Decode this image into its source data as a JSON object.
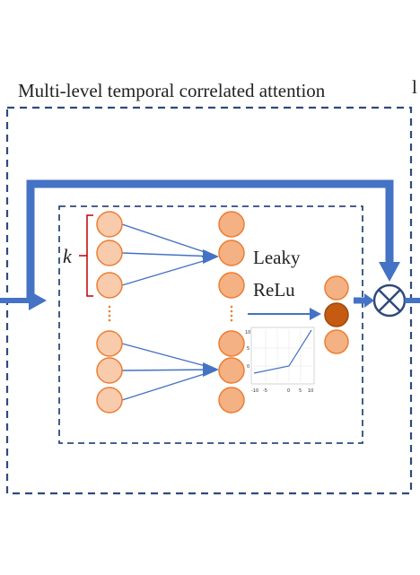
{
  "title": "Multi-level temporal correlated attention",
  "k_label": "k",
  "activation_label_line1": "Leaky",
  "activation_label_line2": "ReLu",
  "edge_glyph": "l",
  "inset_plot": {
    "x_ticks": [
      "-10",
      "-5",
      "0",
      "5",
      "10"
    ],
    "y_ticks": [
      "10",
      "5",
      "0"
    ]
  },
  "colors": {
    "dashed_border": "#2f4a7c",
    "main_arrow": "#4472c4",
    "node_fill": "#f4b183",
    "node_fill_light": "#f8cbad",
    "node_stroke": "#ed7d31",
    "highlight_node": "#c55a11",
    "brace": "#c00000",
    "dots": "#ed7d31"
  }
}
